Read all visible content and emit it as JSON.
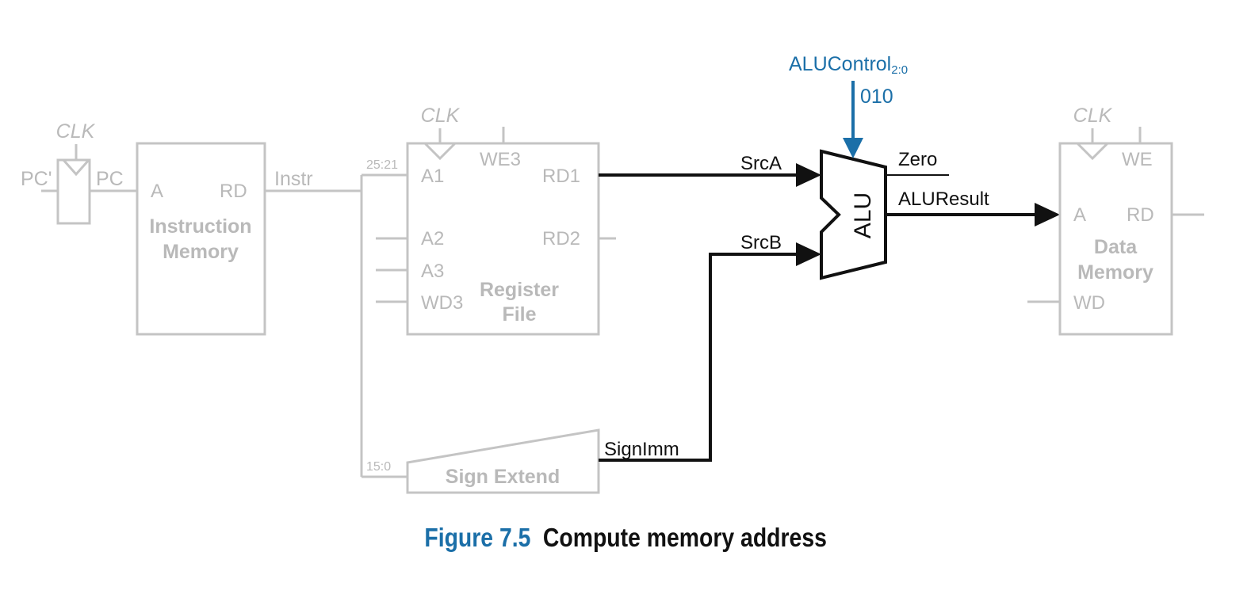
{
  "figure": {
    "number": "Figure 7.5",
    "title": "Compute memory address"
  },
  "colors": {
    "inactive": "#c4c4c4",
    "active": "#111111",
    "control": "#1b6fa8"
  },
  "pc_register": {
    "clk": "CLK",
    "input": "PC'",
    "output": "PC"
  },
  "instruction_memory": {
    "port_a": "A",
    "port_rd": "RD",
    "name_line1": "Instruction",
    "name_line2": "Memory",
    "output_signal": "Instr"
  },
  "register_file": {
    "clk": "CLK",
    "we3": "WE3",
    "a1": "A1",
    "a2": "A2",
    "a3": "A3",
    "wd3": "WD3",
    "rd1": "RD1",
    "rd2": "RD2",
    "name_line1": "Register",
    "name_line2": "File",
    "bits_a1": "25:21"
  },
  "sign_extend": {
    "name": "Sign Extend",
    "bits": "15:0",
    "output_signal": "SignImm"
  },
  "alu": {
    "name": "ALU",
    "control_name": "ALUControl",
    "control_sub": "2:0",
    "control_value": "010",
    "src_a": "SrcA",
    "src_b": "SrcB",
    "zero": "Zero",
    "result": "ALUResult"
  },
  "data_memory": {
    "clk": "CLK",
    "we": "WE",
    "port_a": "A",
    "port_rd": "RD",
    "port_wd": "WD",
    "name_line1": "Data",
    "name_line2": "Memory"
  }
}
